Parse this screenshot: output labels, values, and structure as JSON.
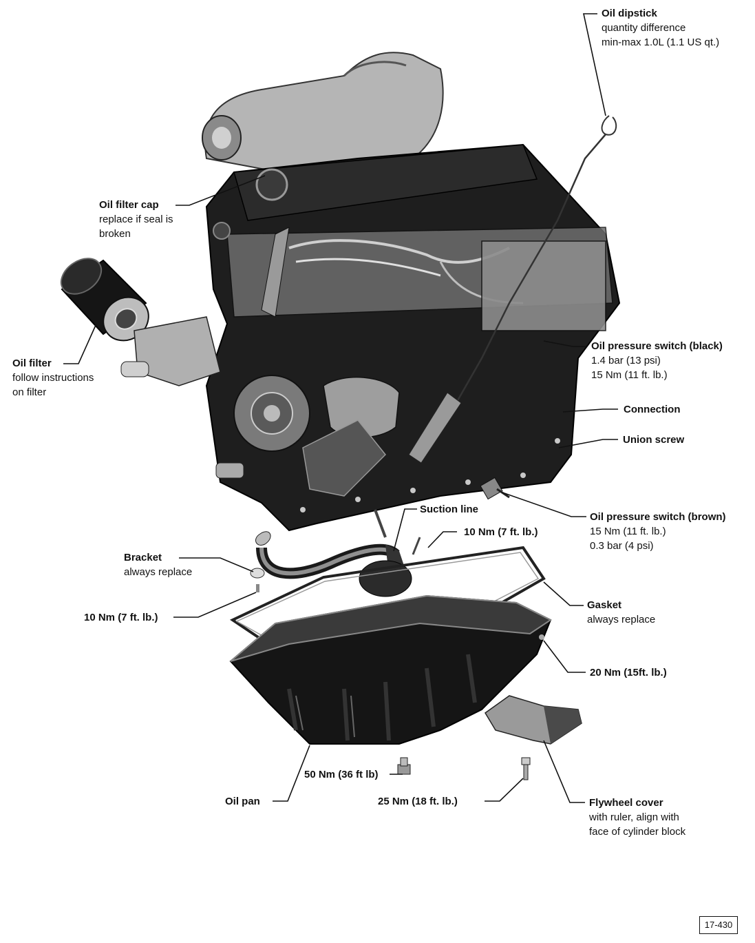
{
  "labels": {
    "oil_dipstick": {
      "title": "Oil dipstick",
      "lines": [
        "quantity difference",
        "min-max 1.0L (1.1 US qt.)"
      ]
    },
    "oil_filter_cap": {
      "title": "Oil filter cap",
      "lines": [
        "replace if seal is",
        "broken"
      ]
    },
    "oil_filter": {
      "title": "Oil filter",
      "lines": [
        "follow instructions",
        "on filter"
      ]
    },
    "oil_pressure_switch_black": {
      "title": "Oil pressure switch (black)",
      "lines": [
        "1.4 bar (13 psi)",
        "15 Nm (11 ft. lb.)"
      ]
    },
    "connection": {
      "title": "Connection"
    },
    "union_screw": {
      "title": "Union screw"
    },
    "suction_line": {
      "title": "Suction line"
    },
    "torque_top": {
      "title": "10 Nm (7 ft. lb.)"
    },
    "oil_pressure_switch_brown": {
      "title": "Oil pressure switch (brown)",
      "lines": [
        "15 Nm (11 ft. lb.)",
        "0.3 bar (4 psi)"
      ]
    },
    "bracket": {
      "title": "Bracket",
      "lines": [
        "always replace"
      ]
    },
    "torque_left": {
      "title": "10 Nm (7 ft. lb.)"
    },
    "gasket": {
      "title": "Gasket",
      "lines": [
        "always replace"
      ]
    },
    "torque_20": {
      "title": "20 Nm (15ft. lb.)"
    },
    "torque_50": {
      "title": "50 Nm (36 ft lb)"
    },
    "oil_pan": {
      "title": "Oil pan"
    },
    "torque_25": {
      "title": "25 Nm (18 ft. lb.)"
    },
    "flywheel_cover": {
      "title": "Flywheel cover",
      "lines": [
        "with ruler, align with",
        "face of cylinder block"
      ]
    }
  },
  "figure_number": "17-430"
}
